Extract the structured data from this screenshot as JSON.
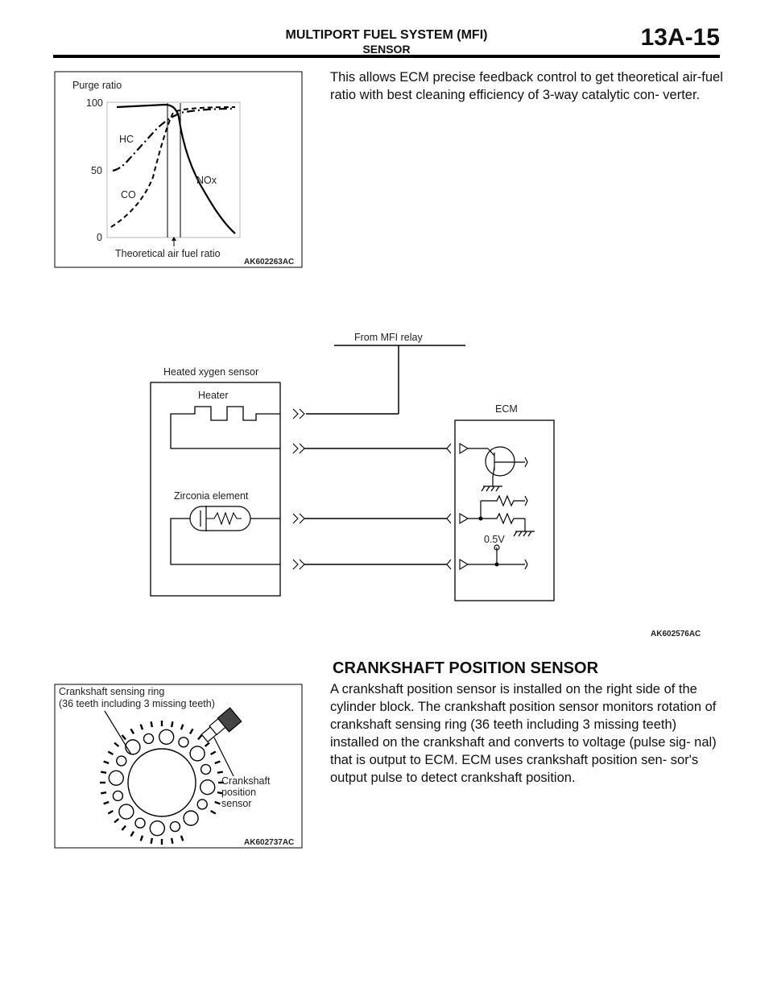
{
  "header": {
    "title": "MULTIPORT FUEL SYSTEM (MFI)",
    "subtitle": "SENSOR",
    "page": "13A-15"
  },
  "fig1": {
    "ylabel": "Purge ratio",
    "ticks": [
      "100",
      "50",
      "0"
    ],
    "labels": {
      "hc": "HC",
      "co": "CO",
      "nox": "NOx"
    },
    "xlabel": "Theoretical air fuel ratio",
    "code": "AK602263AC"
  },
  "para1": "This allows ECM precise feedback control to get theoretical air-fuel ratio with best cleaning efficiency of 3-way catalytic con- verter.",
  "fig2": {
    "relay": "From MFI relay",
    "sensor": "Heated xygen sensor",
    "heater": "Heater",
    "zirconia": "Zirconia element",
    "ecm": "ECM",
    "volt": "0.5V",
    "code": "AK602576AC"
  },
  "section_title": "CRANKSHAFT POSITION SENSOR",
  "para2": "A crankshaft position sensor is installed on the right side of the cylinder block. The crankshaft position sensor monitors rotation of crankshaft sensing ring (36 teeth including 3 missing teeth) installed on the crankshaft and converts to voltage (pulse sig- nal) that is output to ECM. ECM uses crankshaft position sen- sor's output pulse to detect crankshaft position.",
  "fig3": {
    "ring_line1": "Crankshaft sensing ring",
    "ring_line2": "(36 teeth including 3 missing teeth)",
    "sensor_l1": "Crankshaft",
    "sensor_l2": "position",
    "sensor_l3": "sensor",
    "code": "AK602737AC"
  }
}
